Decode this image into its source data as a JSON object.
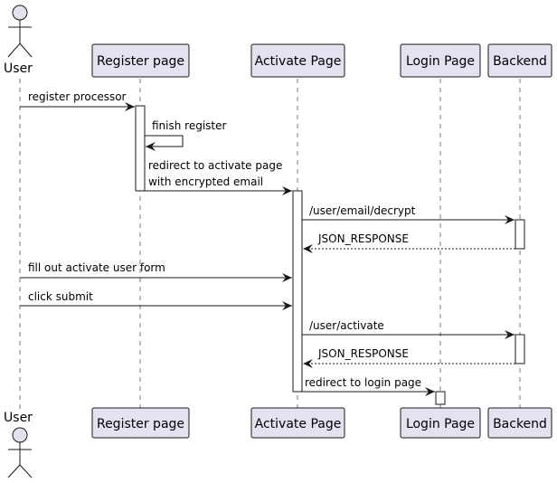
{
  "diagram": {
    "colors": {
      "participant_fill": "#E2E2F0",
      "participant_stroke": "#181818",
      "activation_fill": "#ffffff",
      "lifeline": "#181818",
      "arrow": "#181818"
    },
    "participants": [
      {
        "id": "user",
        "kind": "actor",
        "label": "User"
      },
      {
        "id": "register",
        "kind": "box",
        "label": "Register page"
      },
      {
        "id": "activate",
        "kind": "box",
        "label": "Activate Page"
      },
      {
        "id": "login",
        "kind": "box",
        "label": "Login Page"
      },
      {
        "id": "backend",
        "kind": "box",
        "label": "Backend"
      }
    ],
    "messages": [
      {
        "from": "user",
        "to": "register",
        "label_lines": [
          "register processor"
        ],
        "style": "solid"
      },
      {
        "from": "register",
        "to": "register",
        "label_lines": [
          "finish register"
        ],
        "style": "solid",
        "self": true
      },
      {
        "from": "register",
        "to": "activate",
        "label_lines": [
          "redirect to activate page",
          "with encrypted email"
        ],
        "style": "solid"
      },
      {
        "from": "activate",
        "to": "backend",
        "label_lines": [
          "/user/email/decrypt"
        ],
        "style": "solid"
      },
      {
        "from": "backend",
        "to": "activate",
        "label_lines": [
          "JSON_RESPONSE"
        ],
        "style": "dashed"
      },
      {
        "from": "user",
        "to": "activate",
        "label_lines": [
          "fill out activate user form"
        ],
        "style": "solid"
      },
      {
        "from": "user",
        "to": "activate",
        "label_lines": [
          "click submit"
        ],
        "style": "solid"
      },
      {
        "from": "activate",
        "to": "backend",
        "label_lines": [
          "/user/activate"
        ],
        "style": "solid"
      },
      {
        "from": "backend",
        "to": "activate",
        "label_lines": [
          "JSON_RESPONSE"
        ],
        "style": "dashed"
      },
      {
        "from": "activate",
        "to": "login",
        "label_lines": [
          "redirect to login page"
        ],
        "style": "solid"
      }
    ]
  }
}
